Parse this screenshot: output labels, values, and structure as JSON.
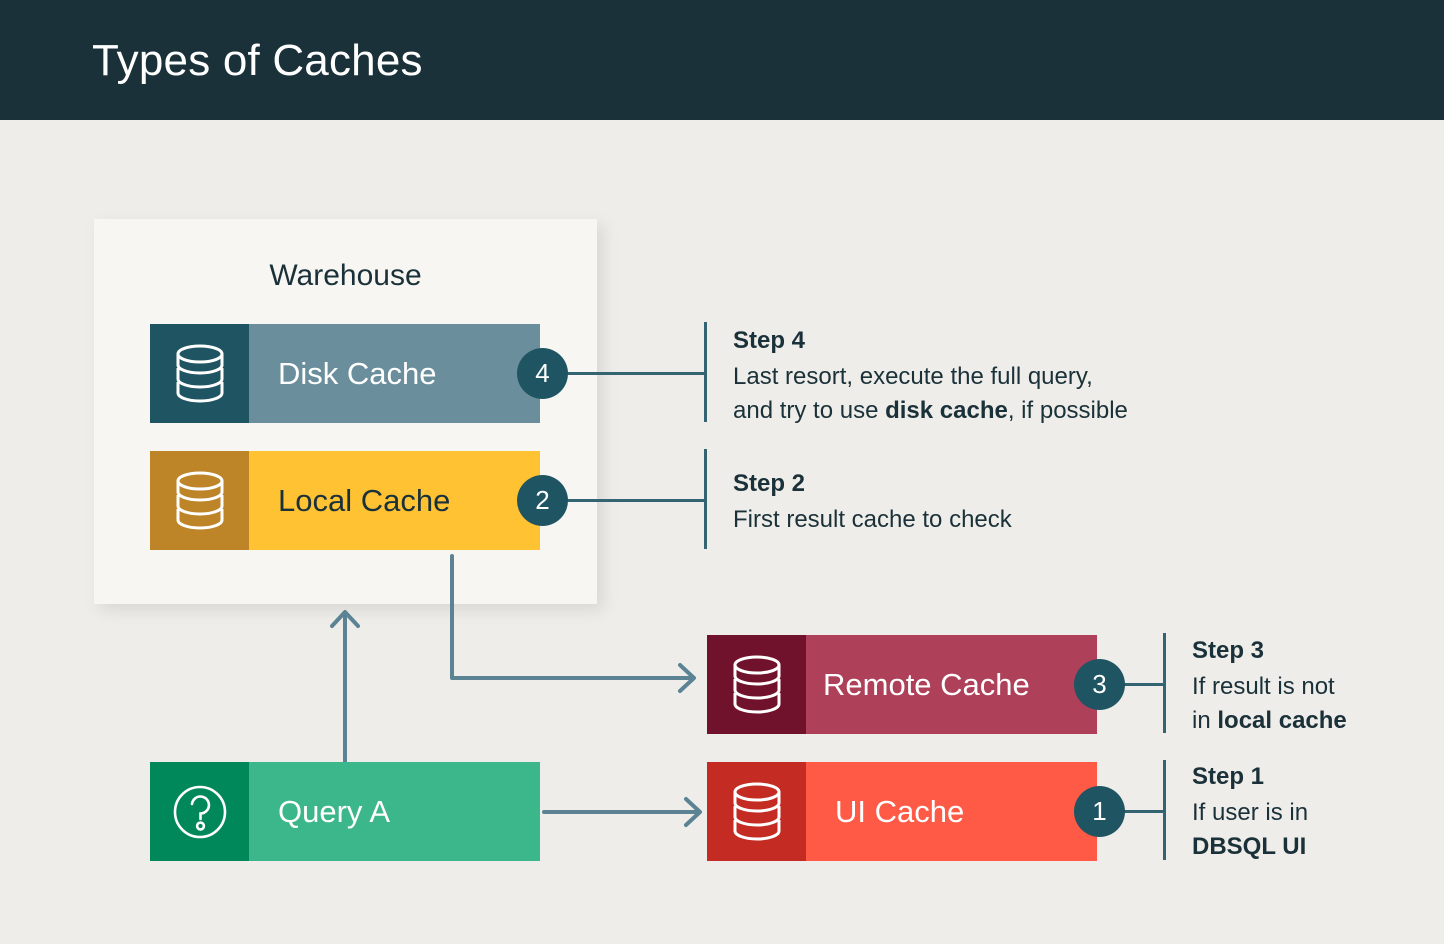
{
  "header": {
    "title": "Types of Caches",
    "bg": "#1B3139"
  },
  "page": {
    "background": "#EEEDE9",
    "accent_line": "#346472",
    "badge_color": "#1F5463",
    "text_color": "#1B3139"
  },
  "warehouse": {
    "label": "Warehouse",
    "panel_bg": "#F7F6F2",
    "items": [
      {
        "label": "Disk Cache",
        "icon": "database-icon",
        "icon_bg": "#1F5463",
        "body_bg": "#6B8E9C",
        "text_color": "#FFFFFF",
        "badge": "4"
      },
      {
        "label": "Local Cache",
        "icon": "database-icon",
        "icon_bg": "#BE8428",
        "body_bg": "#FFC233",
        "text_color": "#1B3139",
        "badge": "2"
      }
    ]
  },
  "external": [
    {
      "label": "Remote Cache",
      "icon": "database-icon",
      "icon_bg": "#70122B",
      "body_bg": "#AE4059",
      "text_color": "#FFFFFF",
      "badge": "3"
    },
    {
      "label": "UI Cache",
      "icon": "database-icon",
      "icon_bg": "#C32B23",
      "body_bg": "#FF5A45",
      "text_color": "#FFFFFF",
      "badge": "1"
    }
  ],
  "query": {
    "label": "Query A",
    "icon": "question-circle-icon",
    "icon_bg": "#00875A",
    "body_bg": "#3CB68B",
    "text_color": "#FFFFFF"
  },
  "steps": [
    {
      "id": "step-4",
      "title": "Step 4",
      "line1_pre": "Last resort, execute the full query,",
      "line2_pre": "and try to use ",
      "line2_bold": "disk cache",
      "line2_post": ", if possible"
    },
    {
      "id": "step-2",
      "title": "Step 2",
      "line1_pre": "First result cache to check",
      "line2_pre": "",
      "line2_bold": "",
      "line2_post": ""
    },
    {
      "id": "step-3",
      "title": "Step 3",
      "line1_pre": "If result is not",
      "line2_pre": "in ",
      "line2_bold": "local cache",
      "line2_post": ""
    },
    {
      "id": "step-1",
      "title": "Step 1",
      "line1_pre": "If user is in",
      "line2_pre": "",
      "line2_bold": "DBSQL UI",
      "line2_post": ""
    }
  ],
  "arrows": [
    {
      "name": "query-to-warehouse",
      "direction": "up"
    },
    {
      "name": "local-cache-to-remote-cache",
      "direction": "elbow-down-right"
    },
    {
      "name": "query-to-ui-cache",
      "direction": "right"
    }
  ]
}
